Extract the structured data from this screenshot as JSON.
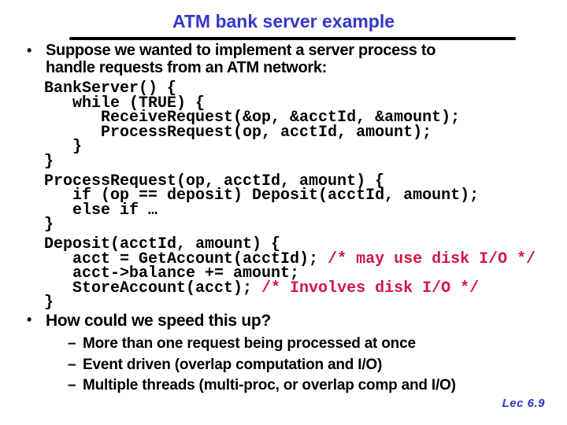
{
  "slide": {
    "title": "ATM bank server example",
    "footer": "Lec 6.9"
  },
  "markers": {
    "bullet": "•",
    "dash": "–"
  },
  "bullets": {
    "b1_lines": [
      "Suppose we wanted to implement a server process to",
      "handle requests from an ATM network:"
    ],
    "b2": "How could we speed this up?",
    "sub_items": [
      "More than one request being processed at once",
      "Event driven (overlap computation and I/O)",
      "Multiple threads (multi-proc, or overlap comp and I/O)"
    ]
  },
  "code": {
    "lines": [
      {
        "text": "BankServer() {"
      },
      {
        "text": "   while (TRUE) {"
      },
      {
        "text": "      ReceiveRequest(&op, &acctId, &amount);"
      },
      {
        "text": "      ProcessRequest(op, acctId, amount);"
      },
      {
        "text": "   }"
      },
      {
        "text": "}",
        "gap_after": true
      },
      {
        "text": "ProcessRequest(op, acctId, amount) {"
      },
      {
        "text": "   if (op == deposit) Deposit(acctId, amount);"
      },
      {
        "text": "   else if …"
      },
      {
        "text": "}",
        "gap_after": true
      },
      {
        "text": "Deposit(acctId, amount) {"
      },
      {
        "text": "   acct = GetAccount(acctId); ",
        "comment": "/* may use disk I/O */"
      },
      {
        "text": "   acct->balance += amount;"
      },
      {
        "text": "   StoreAccount(acct); ",
        "comment": "/* Involves disk I/O */"
      },
      {
        "text": "}"
      }
    ]
  },
  "colors": {
    "title_blue": "#3437c8",
    "comment_red": "#cf1744",
    "text_black": "#000000"
  }
}
